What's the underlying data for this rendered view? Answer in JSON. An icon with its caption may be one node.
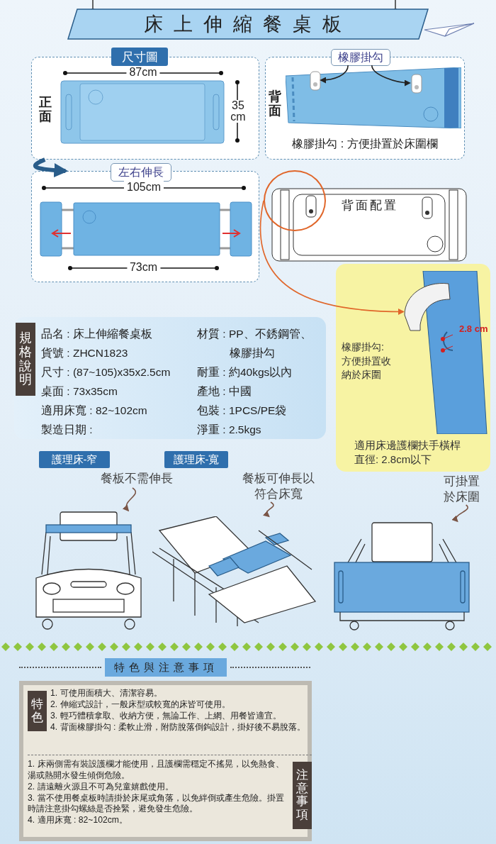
{
  "diagram": {
    "nodes": [
      {
        "text": [
          "床上伸縮餐桌板"
        ]
      },
      {
        "text": [],
        "shape": "box"
      },
      {
        "text": [
          "尺寸圖"
        ],
        "in": 1
      },
      {
        "text": [],
        "shape": "picture",
        "in": 1
      },
      {
        "text": [
          "橡膠掛勾 : 方便掛置於床圍欄"
        ]
      },
      {
        "text": [
          "橡膠掛勾"
        ],
        "in": 4
      },
      {
        "text": [],
        "shape": "picture",
        "in": 4
      },
      {
        "text": [],
        "shape": "picture",
        "in": 6
      },
      {
        "text": [],
        "shape": "picture",
        "in": 6
      },
      {
        "text": [],
        "shape": "box"
      },
      {
        "text": [
          "左右伸長"
        ],
        "in": 9
      },
      {
        "text": [],
        "shape": "picture",
        "in": 9
      },
      {
        "text": [
          "背面配置"
        ]
      },
      {
        "text": [],
        "shape": "circle"
      },
      {
        "text": [
          "橡膠掛勾:方便掛置收納於床圍",
          "適用床邊護欄扶手橫桿直徑: 2.8cm以下"
        ]
      },
      {
        "text": [],
        "shape": "picture",
        "in": 14
      },
      {
        "text": [
          "規格說明",
          "品名 : 床上伸縮餐桌板",
          "材質 : PP、不銹鋼管、橡膠掛勾",
          "貨號 : ZHCN1823",
          "尺寸 : (87~105)x35x2.5cm",
          "耐重 : 約40kgs以內",
          "桌面 : 73x35cm",
          "產地 : 中國",
          "適用床寬 : 82~102cm",
          "包裝 : 1PCS/PE袋",
          "製造日期 :",
          "淨重 : 2.5kgs"
        ]
      },
      {
        "text": [
          "護理床-窄"
        ]
      },
      {
        "text": [],
        "shape": "picture"
      },
      {
        "text": [
          "餐板不需伸長"
        ]
      },
      {
        "text": [
          "護理床-寬"
        ]
      },
      {
        "text": [],
        "shape": "picture"
      },
      {
        "text": [
          "餐板可伸長以符合床寬"
        ]
      },
      {
        "text": [],
        "shape": "picture"
      },
      {
        "text": [
          "可掛置於床圍"
        ]
      },
      {
        "text": [
          "特色與注意事項"
        ]
      },
      {
        "text": [],
        "shape": "box"
      },
      {
        "text": [
          "特色",
          "1. 可使用面積大、清潔容易。",
          "2. 伸縮式設計，一般床型或較寬的床皆可使用。",
          "3. 輕巧體積拿取、收納方便，無論工作、上網、用餐皆適宜。",
          "4. 背面橡膠掛勾 : 柔軟止滑，附防脫落倒鉤設計，掛好後不易脫落。"
        ],
        "in": 26
      },
      {
        "text": [
          "注意事項",
          "1. 床兩側需有裝設護欄才能使用，且護欄需穩定不搖晃，以免熱食、湯或熱開水發生傾倒危險。",
          "2. 請遠離火源且不可為兒童嬉戲使用。",
          "3. 當不使用餐桌板時請掛於床尾或角落，以免絆倒或產生危險。掛置時請注意掛勾螺絲是否拴緊，避免發生危險。",
          "4. 適用床寬 : 82~102cm。"
        ],
        "in": 26
      }
    ],
    "edges": [
      {
        "from": 5,
        "to": 7,
        "arrow": "to"
      },
      {
        "from": 5,
        "to": 8,
        "arrow": "to"
      },
      {
        "from": 1,
        "to": 9,
        "arrow": "to",
        "style": "thick",
        "color": "#2a5d8a"
      },
      {
        "from": 13,
        "to": 15,
        "arrow": "to",
        "color": "#e0662a"
      },
      {
        "from": 19,
        "to": 18,
        "arrow": "to",
        "color": "#7a5546"
      },
      {
        "from": 22,
        "to": 21,
        "arrow": "to",
        "color": "#7a5546"
      },
      {
        "from": 24,
        "to": 23,
        "arrow": "to",
        "color": "#7a5546"
      }
    ],
    "labels": [
      "正面",
      "87cm",
      "35 cm",
      "背面",
      "105cm",
      "73cm",
      "2.8 cm"
    ]
  }
}
